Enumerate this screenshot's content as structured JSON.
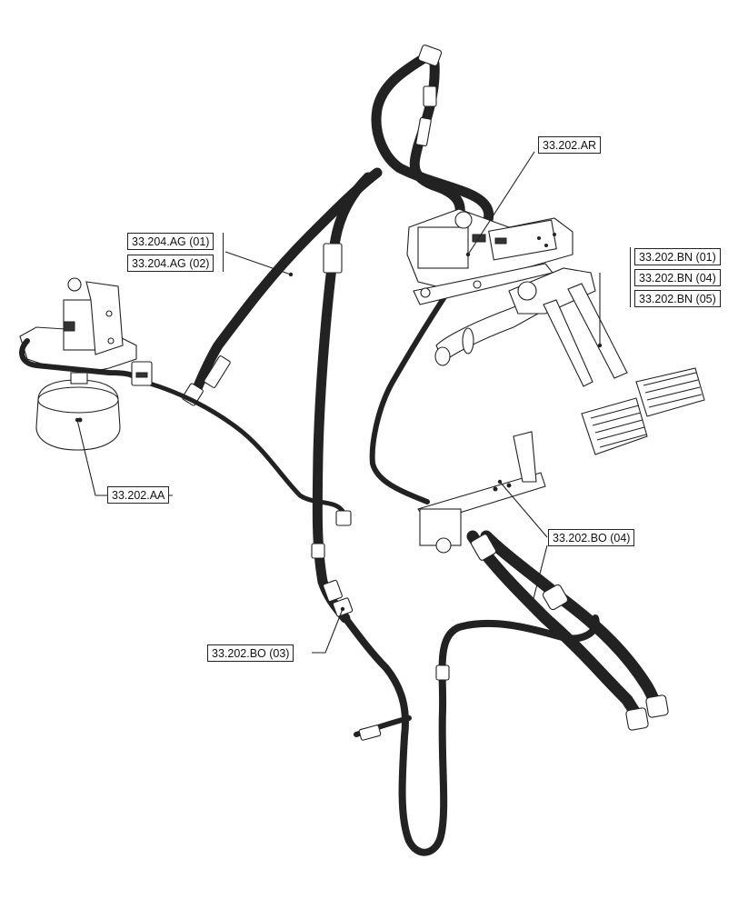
{
  "callouts": {
    "ar": "33.202.AR",
    "bn01": "33.202.BN (01)",
    "bn04": "33.202.BN (04)",
    "bn05": "33.202.BN (05)",
    "ag01": "33.204.AG (01)",
    "ag02": "33.204.AG (02)",
    "aa": "33.202.AA",
    "bo04": "33.202.BO (04)",
    "bo03": "33.202.BO (03)"
  }
}
